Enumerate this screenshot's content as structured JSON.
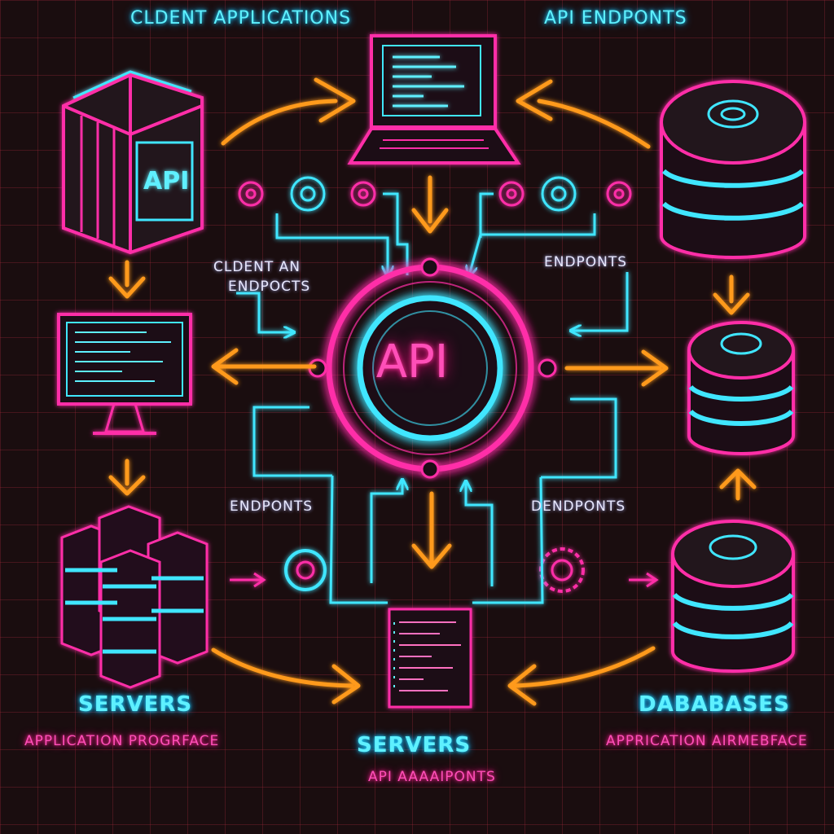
{
  "labels": {
    "top_left": "CLDENT APPLICATIONS",
    "top_right": "API ENDPONTS",
    "left_mid_1": "CLDENT AN",
    "left_mid_2": "ENDPOCTS",
    "right_mid": "ENDPONTS",
    "bottom_left_endpoints": "ENDPONTS",
    "bottom_right_endpoints": "DENDPONTS",
    "hub": "API",
    "server_box_label": "API",
    "servers_left": "SERVERS",
    "servers_center": "SERVERS",
    "databases": "DABABASES",
    "app_left": "APPLICATION PROGRFACE",
    "app_right": "APPRICATION AIRMEBFACE",
    "api_center": "API AAAAIPONTS"
  },
  "colors": {
    "cyan": "#3fe6ff",
    "pink": "#ff2fa8",
    "orange": "#ff9a1a",
    "background": "#1a0d0f"
  },
  "icons": [
    "server-rack-icon",
    "laptop-icon",
    "database-icon",
    "monitor-icon",
    "gear-icon",
    "document-icon"
  ]
}
